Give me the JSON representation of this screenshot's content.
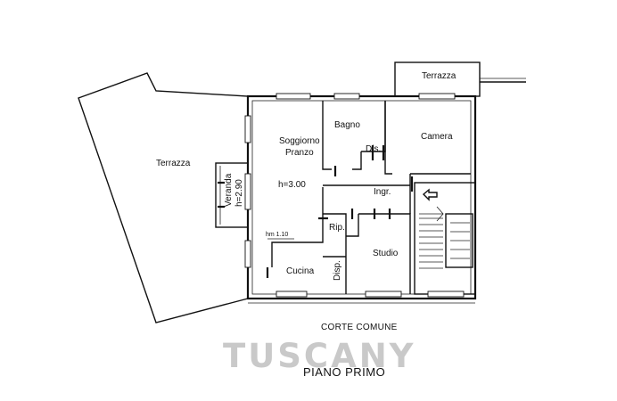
{
  "rooms": {
    "terrazza_left": "Terrazza",
    "terrazza_top": "Terrazza",
    "veranda": "Veranda",
    "veranda_height": "h=2.90",
    "soggiorno_line1": "Soggiorno",
    "soggiorno_line2": "Pranzo",
    "soggiorno_height": "h=3.00",
    "bagno": "Bagno",
    "camera": "Camera",
    "dis": "Dis.",
    "ingr": "Ingr.",
    "rip": "Rip.",
    "studio": "Studio",
    "cucina": "Cucina",
    "disp": "Disp.",
    "hm": "hm 1.10"
  },
  "labels": {
    "corte": "CORTE COMUNE",
    "watermark": "TUSCANY",
    "floor": "PIANO PRIMO"
  }
}
